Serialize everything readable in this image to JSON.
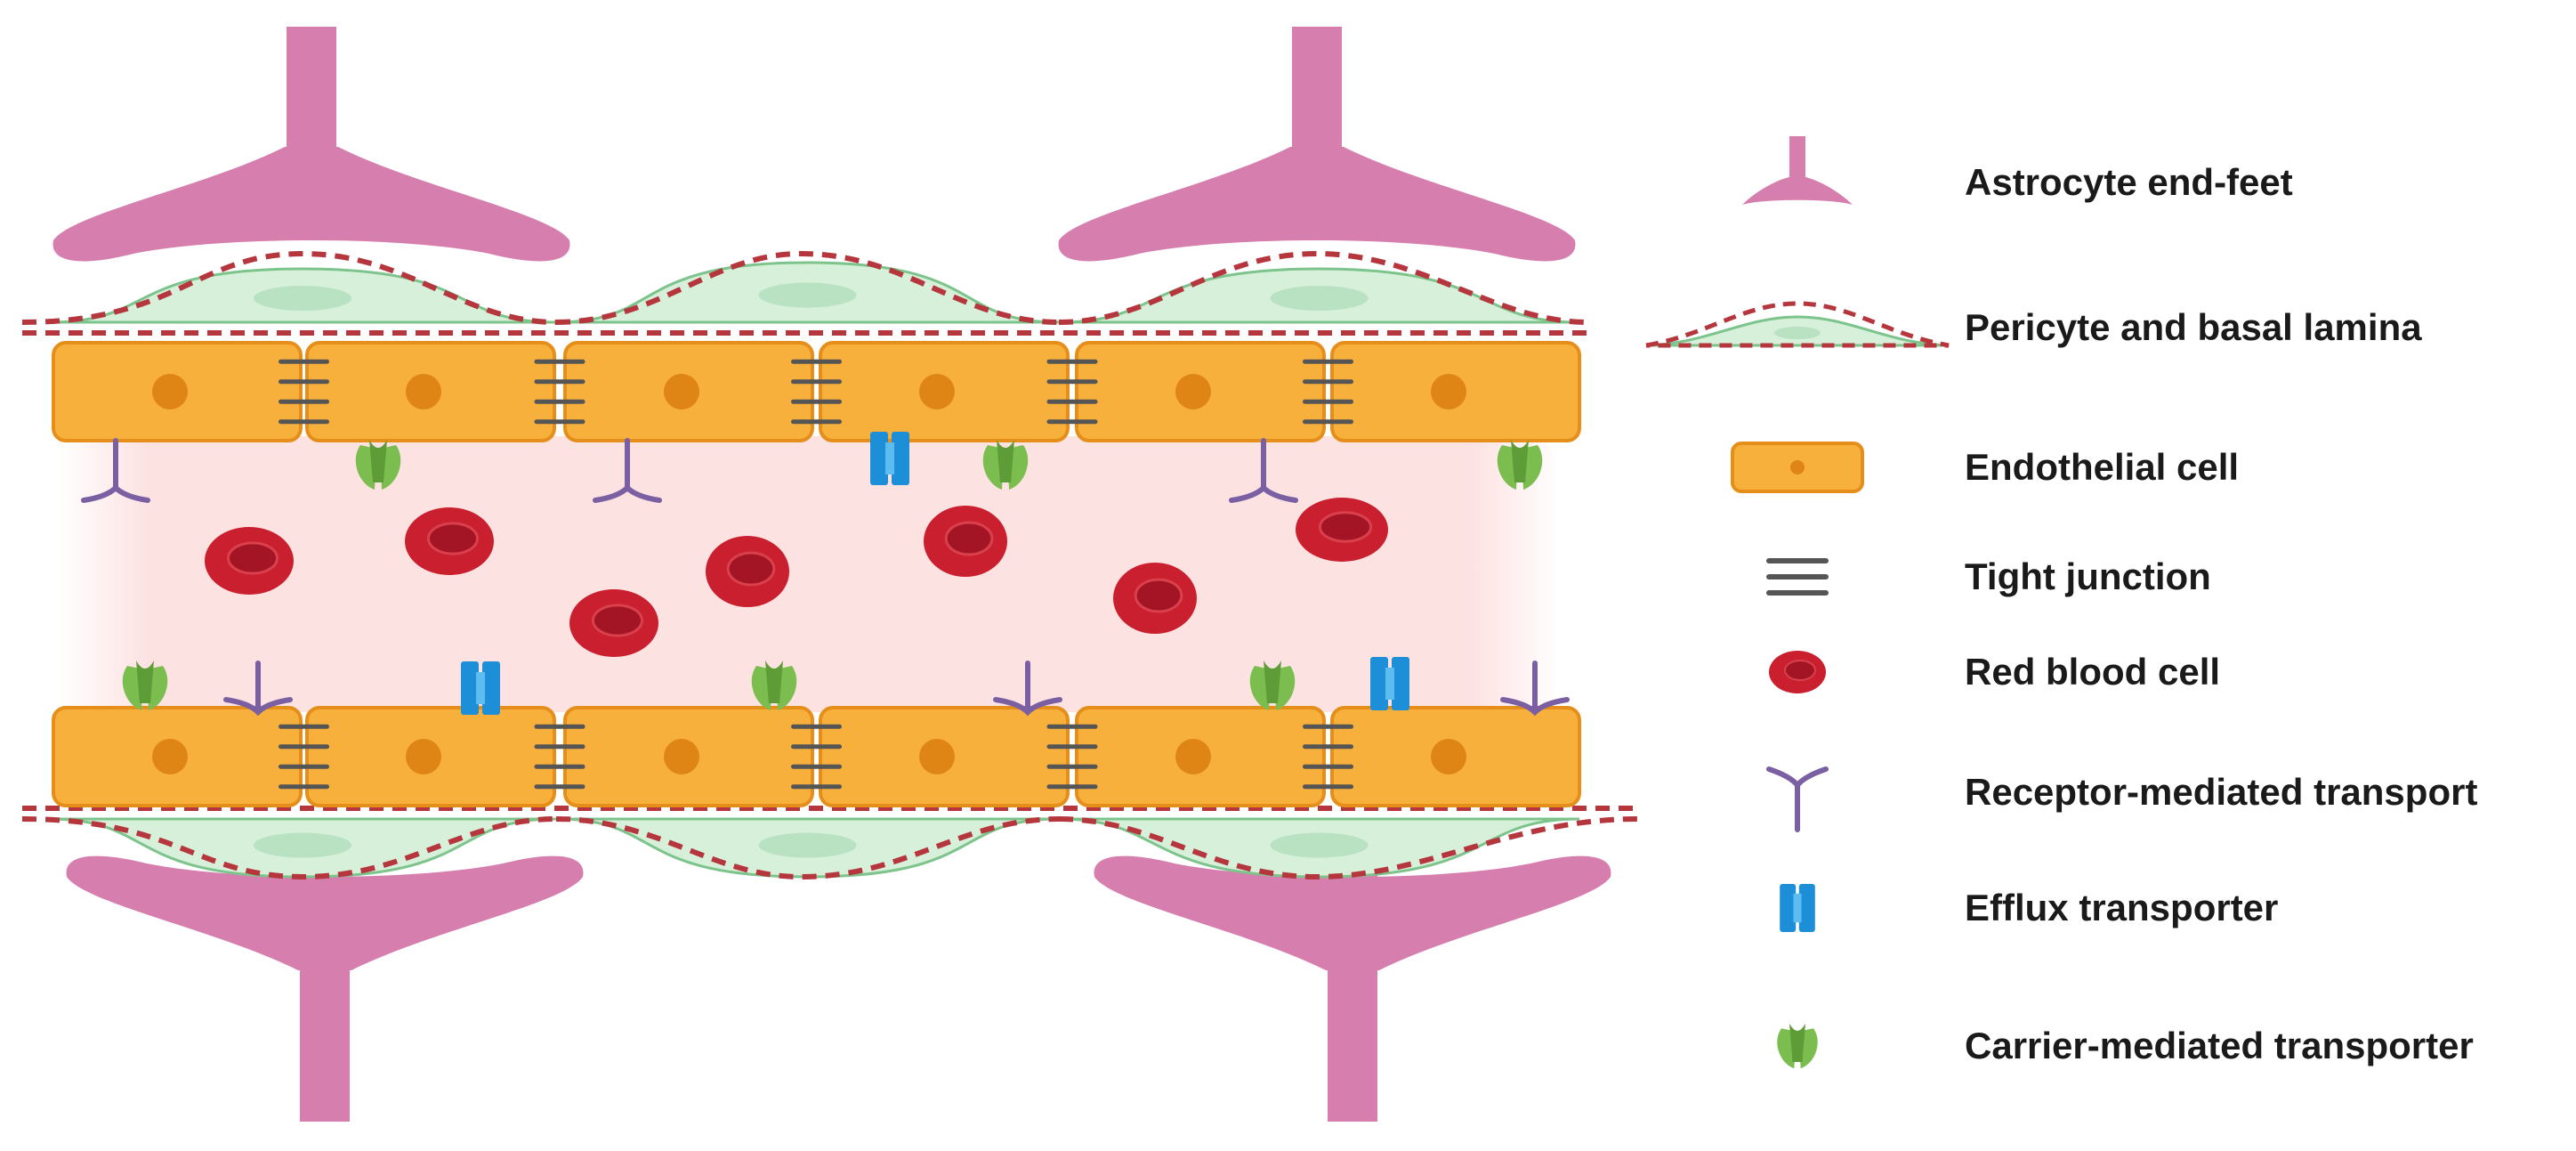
{
  "legend": [
    {
      "key": "astrocyte",
      "label": "Astrocyte end-feet",
      "icon": "astrocyte-icon"
    },
    {
      "key": "pericyte",
      "label": "Pericyte and basal lamina",
      "icon": "pericyte-icon"
    },
    {
      "key": "endothelial",
      "label": "Endothelial cell",
      "icon": "endothelial-cell-icon"
    },
    {
      "key": "tight",
      "label": "Tight junction",
      "icon": "tight-junction-icon"
    },
    {
      "key": "rbc",
      "label": "Red blood cell",
      "icon": "red-blood-cell-icon"
    },
    {
      "key": "receptor",
      "label": "Receptor-mediated transport",
      "icon": "receptor-icon"
    },
    {
      "key": "efflux",
      "label": "Efflux transporter",
      "icon": "efflux-transporter-icon"
    },
    {
      "key": "carrier",
      "label": "Carrier-mediated transporter",
      "icon": "carrier-transporter-icon"
    }
  ],
  "colors": {
    "astrocyte": "#d67fae",
    "astrocyte_stroke": "#c0689a",
    "pericyte_fill": "#d7f0da",
    "pericyte_nucleus": "#b8e2c1",
    "pericyte_stroke": "#7cc48c",
    "basal_lamina": "#b5363d",
    "endothelial": "#f7b03c",
    "endothelial_stroke": "#e58f1a",
    "endothelial_nucleus": "#de8516",
    "tight_junction": "#555555",
    "lumen": "#fde2e2",
    "rbc_outer": "#c91f2f",
    "rbc_inner": "#a31525",
    "receptor": "#7b5fa3",
    "efflux": "#1d8fd8",
    "efflux_light": "#5dbcf0",
    "carrier": "#7bbd4f",
    "carrier_dark": "#5d9c36"
  }
}
